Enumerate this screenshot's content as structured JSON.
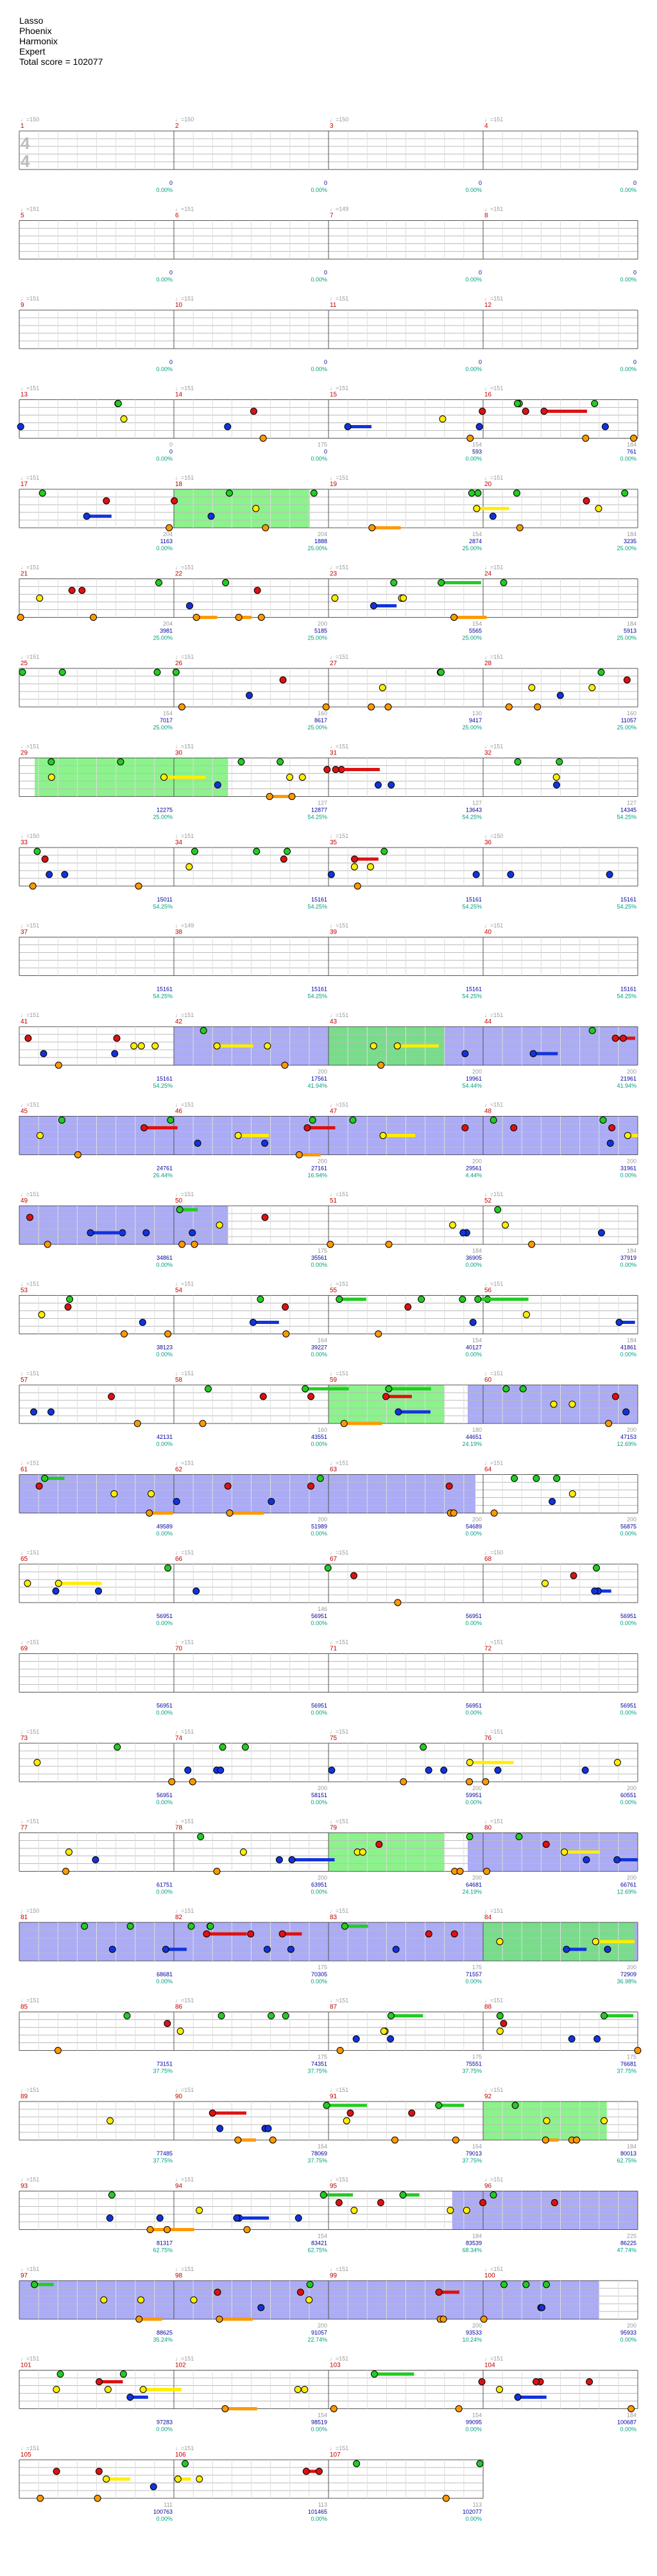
{
  "header": {
    "song": "Lasso",
    "artist": "Phoenix",
    "charter": "Harmonix",
    "difficulty": "Expert",
    "total_score": "Total score = 102077"
  },
  "time_signature": {
    "top": "4",
    "bottom": "4"
  },
  "colors": {
    "green": "#22cc22",
    "red": "#dd1111",
    "yellow": "#ffee00",
    "blue": "#1133dd",
    "orange": "#ff9900",
    "overdrive": "#66ee66",
    "solo": "#6666ee"
  },
  "rows": [
    {
      "measures": [
        "1",
        "2",
        "3",
        "4"
      ],
      "bpm": [
        "♩=150",
        "♩=150",
        "♩=150",
        "♩=151"
      ],
      "scores": [
        "0",
        "0",
        "0",
        "0"
      ],
      "pcts": [
        "0.00%",
        "0.00%",
        "0.00%",
        "0.00%"
      ],
      "subs": [
        "",
        "",
        "",
        ""
      ]
    },
    {
      "measures": [
        "5",
        "6",
        "7",
        "8"
      ],
      "bpm": [
        "♩=151",
        "♩=151",
        "♩=149",
        "♩=151"
      ],
      "scores": [
        "0",
        "0",
        "0",
        "0"
      ],
      "pcts": [
        "0.00%",
        "0.00%",
        "0.00%",
        "0.00%"
      ],
      "subs": [
        "",
        "",
        "",
        ""
      ]
    },
    {
      "measures": [
        "9",
        "10",
        "11",
        "12"
      ],
      "bpm": [
        "♩=151",
        "♩=151",
        "♩=151",
        "♩=151"
      ],
      "scores": [
        "0",
        "0",
        "0",
        "0"
      ],
      "pcts": [
        "0.00%",
        "0.00%",
        "0.00%",
        "0.00%"
      ],
      "subs": [
        "",
        "",
        "",
        ""
      ]
    },
    {
      "measures": [
        "13",
        "14",
        "15",
        "16"
      ],
      "bpm": [
        "♩=151",
        "♩=151",
        "♩=151",
        "♩=151"
      ],
      "scores": [
        "0",
        "0",
        "593",
        "761"
      ],
      "pcts": [
        "0.00%",
        "0.00%",
        "0.00%",
        "0.00%"
      ],
      "subs": [
        "0",
        "175",
        "154",
        "184"
      ]
    },
    {
      "measures": [
        "17",
        "18",
        "19",
        "20"
      ],
      "bpm": [
        "♩=151",
        "♩=151",
        "♩=151",
        "♩=151"
      ],
      "scores": [
        "1163",
        "1888",
        "2874",
        "3235"
      ],
      "pcts": [
        "0.00%",
        "25.00%",
        "25.00%",
        "25.00%"
      ],
      "subs": [
        "204",
        "204",
        "154",
        "184"
      ]
    },
    {
      "measures": [
        "21",
        "22",
        "23",
        "24"
      ],
      "bpm": [
        "♩=151",
        "♩=151",
        "♩=151",
        "♩=151"
      ],
      "scores": [
        "3981",
        "5185",
        "5565",
        "5913"
      ],
      "pcts": [
        "25.00%",
        "25.00%",
        "25.00%",
        "25.00%"
      ],
      "subs": [
        "204",
        "200",
        "154",
        "184"
      ]
    },
    {
      "measures": [
        "25",
        "26",
        "27",
        "28"
      ],
      "bpm": [
        "♩=151",
        "♩=151",
        "♩=151",
        "♩=151"
      ],
      "scores": [
        "7017",
        "8617",
        "9417",
        "11057"
      ],
      "pcts": [
        "25.00%",
        "25.00%",
        "25.00%",
        "25.00%"
      ],
      "subs": [
        "154",
        "160",
        "130",
        "160"
      ]
    },
    {
      "measures": [
        "29",
        "30",
        "31",
        "32"
      ],
      "bpm": [
        "♩=151",
        "♩=151",
        "♩=151",
        "♩=151"
      ],
      "scores": [
        "12275",
        "12877",
        "13643",
        "14345"
      ],
      "pcts": [
        "25.00%",
        "54.25%",
        "54.25%",
        "54.25%"
      ],
      "subs": [
        "",
        "127",
        "127",
        "127"
      ]
    },
    {
      "measures": [
        "33",
        "34",
        "35",
        "36"
      ],
      "bpm": [
        "♩=150",
        "♩=151",
        "♩=151",
        "♩=150"
      ],
      "scores": [
        "15011",
        "15161",
        "15161",
        "15161"
      ],
      "pcts": [
        "54.25%",
        "54.25%",
        "54.25%",
        "54.25%"
      ],
      "subs": [
        "",
        "",
        "",
        ""
      ]
    },
    {
      "measures": [
        "37",
        "38",
        "39",
        "40"
      ],
      "bpm": [
        "♩=151",
        "♩=149",
        "♩=151",
        "♩=151"
      ],
      "scores": [
        "15161",
        "15161",
        "15161",
        "15161"
      ],
      "pcts": [
        "54.25%",
        "54.25%",
        "54.25%",
        "54.25%"
      ],
      "subs": [
        "",
        "",
        "",
        ""
      ]
    },
    {
      "measures": [
        "41",
        "42",
        "43",
        "44"
      ],
      "bpm": [
        "♩=151",
        "♩=151",
        "♩=151",
        "♩=151"
      ],
      "scores": [
        "15161",
        "17561",
        "19961",
        "21961"
      ],
      "pcts": [
        "54.25%",
        "41.94%",
        "54.44%",
        "41.94%"
      ],
      "subs": [
        "",
        "200",
        "200",
        "200"
      ]
    },
    {
      "measures": [
        "45",
        "46",
        "47",
        "48"
      ],
      "bpm": [
        "♩=151",
        "♩=151",
        "♩=151",
        "♩=151"
      ],
      "scores": [
        "24761",
        "27161",
        "29561",
        "31961"
      ],
      "pcts": [
        "26.44%",
        "16.94%",
        "4.44%",
        "0.00%"
      ],
      "subs": [
        "",
        "200",
        "200",
        "200"
      ]
    },
    {
      "measures": [
        "49",
        "50",
        "51",
        "52"
      ],
      "bpm": [
        "♩=151",
        "♩=151",
        "♩=151",
        "♩=151"
      ],
      "scores": [
        "34861",
        "35561",
        "36905",
        "37919"
      ],
      "pcts": [
        "0.00%",
        "0.00%",
        "0.00%",
        "0.00%"
      ],
      "subs": [
        "",
        "175",
        "184",
        "184"
      ]
    },
    {
      "measures": [
        "53",
        "54",
        "55",
        "56"
      ],
      "bpm": [
        "♩=151",
        "♩=151",
        "♩=151",
        "♩=151"
      ],
      "scores": [
        "38123",
        "39227",
        "40127",
        "41861"
      ],
      "pcts": [
        "0.00%",
        "0.00%",
        "0.00%",
        "0.00%"
      ],
      "subs": [
        "",
        "164",
        "154",
        "184"
      ]
    },
    {
      "measures": [
        "57",
        "58",
        "59",
        "60"
      ],
      "bpm": [
        "♩=151",
        "♩=151",
        "♩=151",
        "♩=151"
      ],
      "scores": [
        "42131",
        "43551",
        "44651",
        "47153"
      ],
      "pcts": [
        "0.00%",
        "0.00%",
        "24.19%",
        "12.69%"
      ],
      "subs": [
        "",
        "160",
        "180",
        "200"
      ]
    },
    {
      "measures": [
        "61",
        "62",
        "63",
        "64"
      ],
      "bpm": [
        "♩=151",
        "♩=151",
        "♩=151",
        "♩=151"
      ],
      "scores": [
        "49589",
        "51989",
        "54689",
        "56875"
      ],
      "pcts": [
        "0.00%",
        "0.00%",
        "0.00%",
        "0.00%"
      ],
      "subs": [
        "",
        "200",
        "200",
        "200"
      ]
    },
    {
      "measures": [
        "65",
        "66",
        "67",
        "68"
      ],
      "bpm": [
        "♩=151",
        "♩=151",
        "♩=151",
        "♩=150"
      ],
      "scores": [
        "56951",
        "56951",
        "56951",
        "56951"
      ],
      "pcts": [
        "0.00%",
        "0.00%",
        "0.00%",
        "0.00%"
      ],
      "subs": [
        "",
        "146",
        "",
        ""
      ]
    },
    {
      "measures": [
        "69",
        "70",
        "71",
        "72"
      ],
      "bpm": [
        "♩=151",
        "♩=151",
        "♩=151",
        "♩=151"
      ],
      "scores": [
        "56951",
        "56951",
        "56951",
        "56951"
      ],
      "pcts": [
        "0.00%",
        "0.00%",
        "0.00%",
        "0.00%"
      ],
      "subs": [
        "",
        "",
        "",
        ""
      ]
    },
    {
      "measures": [
        "73",
        "74",
        "75",
        "76"
      ],
      "bpm": [
        "♩=151",
        "♩=151",
        "♩=151",
        "♩=151"
      ],
      "scores": [
        "56951",
        "58151",
        "59951",
        "60551"
      ],
      "pcts": [
        "0.00%",
        "0.00%",
        "0.00%",
        "0.00%"
      ],
      "subs": [
        "",
        "200",
        "200",
        "200"
      ]
    },
    {
      "measures": [
        "77",
        "78",
        "79",
        "80"
      ],
      "bpm": [
        "♩=151",
        "♩=151",
        "♩=151",
        "♩=151"
      ],
      "scores": [
        "61751",
        "63951",
        "64681",
        "66761"
      ],
      "pcts": [
        "0.00%",
        "0.00%",
        "24.19%",
        "12.69%"
      ],
      "subs": [
        "",
        "200",
        "200",
        "200"
      ]
    },
    {
      "measures": [
        "81",
        "82",
        "83",
        "84"
      ],
      "bpm": [
        "♩=150",
        "♩=151",
        "♩=151",
        "♩=151"
      ],
      "scores": [
        "68681",
        "70305",
        "71557",
        "72909"
      ],
      "pcts": [
        "0.00%",
        "0.00%",
        "0.00%",
        "36.98%"
      ],
      "subs": [
        "",
        "175",
        "175",
        "200"
      ]
    },
    {
      "measures": [
        "85",
        "86",
        "87",
        "88"
      ],
      "bpm": [
        "♩=151",
        "♩=151",
        "♩=151",
        "♩=151"
      ],
      "scores": [
        "73151",
        "74351",
        "75551",
        "76681"
      ],
      "pcts": [
        "37.75%",
        "37.75%",
        "37.75%",
        "37.75%"
      ],
      "subs": [
        "",
        "175",
        "175",
        "175"
      ]
    },
    {
      "measures": [
        "89",
        "90",
        "91",
        "92"
      ],
      "bpm": [
        "♩=151",
        "♩=151",
        "♩=151",
        "♩=151"
      ],
      "scores": [
        "77485",
        "78069",
        "79013",
        "80013"
      ],
      "pcts": [
        "37.75%",
        "37.75%",
        "37.75%",
        "62.75%"
      ],
      "subs": [
        "",
        "154",
        "154",
        "184"
      ]
    },
    {
      "measures": [
        "93",
        "94",
        "95",
        "96"
      ],
      "bpm": [
        "♩=151",
        "♩=151",
        "♩=151",
        "♩=151"
      ],
      "scores": [
        "81317",
        "83421",
        "83539",
        "86225"
      ],
      "pcts": [
        "62.75%",
        "62.75%",
        "68.34%",
        "47.74%"
      ],
      "subs": [
        "",
        "154",
        "184",
        "225"
      ]
    },
    {
      "measures": [
        "97",
        "98",
        "99",
        "100"
      ],
      "bpm": [
        "♩=151",
        "♩=151",
        "♩=151",
        "♩=151"
      ],
      "scores": [
        "88625",
        "91057",
        "93533",
        "95933"
      ],
      "pcts": [
        "35.24%",
        "22.74%",
        "10.24%",
        "0.00%"
      ],
      "subs": [
        "",
        "200",
        "200",
        "200"
      ]
    },
    {
      "measures": [
        "101",
        "102",
        "103",
        "104"
      ],
      "bpm": [
        "♩=151",
        "♩=151",
        "♩=151",
        "♩=151"
      ],
      "scores": [
        "97283",
        "98519",
        "99095",
        "100687"
      ],
      "pcts": [
        "0.00%",
        "0.00%",
        "0.00%",
        "0.00%"
      ],
      "subs": [
        "",
        "154",
        "154",
        "184"
      ]
    },
    {
      "measures": [
        "105",
        "106",
        "107"
      ],
      "bpm": [
        "♩=151",
        "♩=151",
        "♩=151"
      ],
      "scores": [
        "100763",
        "101465",
        "102077"
      ],
      "pcts": [
        "0.00%",
        "0.00%",
        "0.00%"
      ],
      "subs": [
        "111",
        "113",
        "113"
      ]
    }
  ]
}
